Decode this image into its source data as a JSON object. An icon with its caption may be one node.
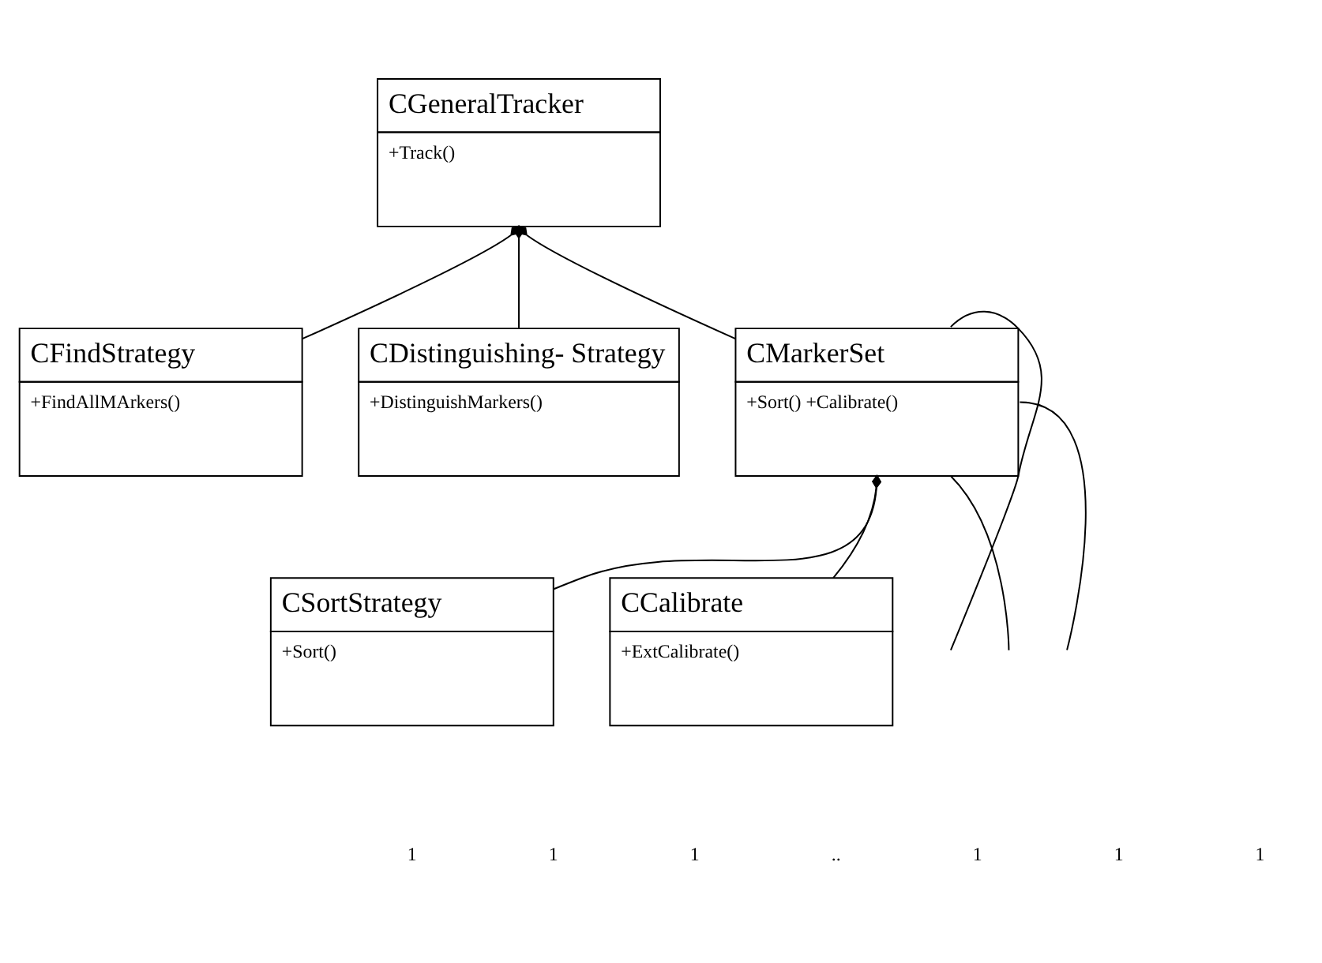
{
  "diagram": {
    "nodes": [
      {
        "text": [
          "CGeneralTracker",
          "+Track()"
        ]
      },
      {
        "text": [
          "CFindStrategy",
          "+FindAllMArkers()"
        ]
      },
      {
        "text": [
          "CDistinguishing- Strategy",
          "+DistinguishMarkers()"
        ]
      },
      {
        "text": [
          "CMarkerSet",
          "+Sort() +Calibrate()"
        ]
      },
      {
        "text": [
          "CSortStrategy",
          "+Sort()"
        ]
      },
      {
        "text": [
          "CCalibrate",
          "+ExtCalibrate()"
        ]
      }
    ],
    "edges": [
      {
        "from": 0,
        "to": 1,
        "arrow": "other"
      },
      {
        "from": 0,
        "to": 2,
        "arrow": "other"
      },
      {
        "from": 0,
        "to": 3,
        "arrow": "other"
      },
      {
        "from": 3,
        "to": 4,
        "arrow": "other"
      },
      {
        "from": 3,
        "to": 5,
        "arrow": "other"
      },
      {
        "from": 3,
        "to": null,
        "arrow": "none"
      },
      {
        "from": 3,
        "to": null,
        "arrow": "none"
      },
      {
        "from": 3,
        "to": null,
        "arrow": "none"
      }
    ],
    "labels": [
      "1",
      "1",
      "1",
      "..",
      "1",
      "1",
      "1"
    ]
  }
}
